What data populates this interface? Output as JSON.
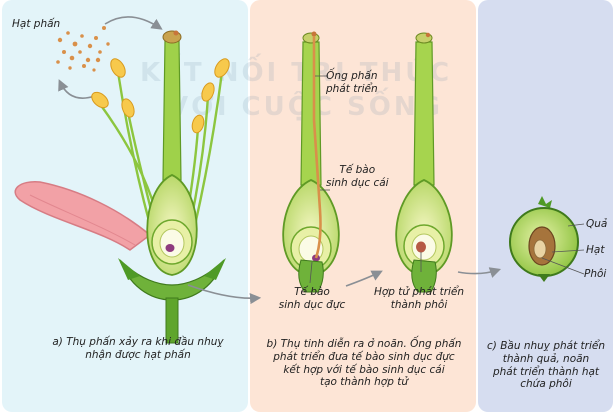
{
  "watermark": {
    "line1": "KẾT NỐI TRI THỨC",
    "line2": "VỚI CUỘC SỐNG"
  },
  "panel_a": {
    "label_pollen": "Hạt phấn",
    "caption_line1": "a) Thụ phấn xảy ra khi đầu nhuỵ",
    "caption_line2": "nhận được hạt phấn"
  },
  "panel_b": {
    "label_pollen_tube_line1": "Ống phấn",
    "label_pollen_tube_line2": "phát triển",
    "label_egg_line1": "Tế bào",
    "label_egg_line2": "sinh dục cái",
    "label_sperm_line1": "Tế bào",
    "label_sperm_line2": "sinh dục đực",
    "label_zygote_line1": "Hợp tử phát triển",
    "label_zygote_line2": "thành phôi",
    "caption_line1": "b) Thụ tinh diễn ra ở noãn. Ống phấn",
    "caption_line2": "phát triển đưa tế bào sinh dục đực",
    "caption_line3": "kết hợp với tế bào sinh dục cái",
    "caption_line4": "tạo thành hợp tử"
  },
  "panel_c": {
    "label_fruit": "Quả",
    "label_seed": "Hạt",
    "label_embryo": "Phôi",
    "caption_line1": "c) Bầu nhuỵ phát triển",
    "caption_line2": "thành quả, noãn",
    "caption_line3": "phát triển thành hạt",
    "caption_line4": "chứa phôi"
  }
}
